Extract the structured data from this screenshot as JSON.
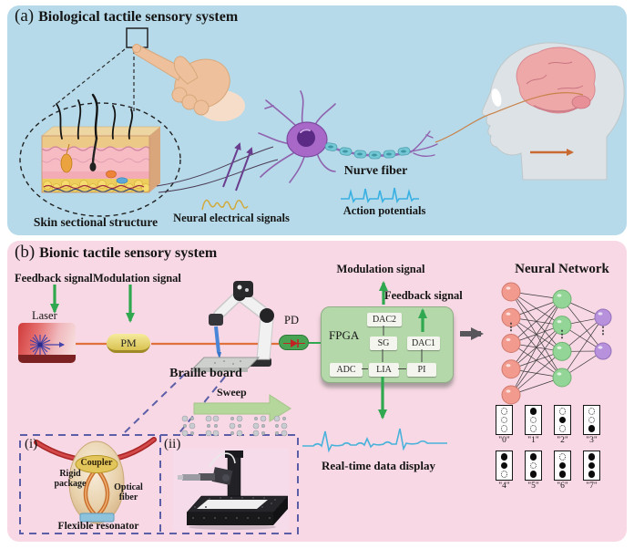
{
  "figure": {
    "panel_a": {
      "tag": "(a)",
      "title": "Biological tactile sensory system",
      "skin_label": "Skin sectional structure",
      "neural_signals_label": "Neural electrical signals",
      "nerve_fiber_label": "Nurve fiber",
      "action_potentials_label": "Action potentials"
    },
    "panel_b": {
      "tag": "(b)",
      "title": "Bionic tactile sensory system",
      "feedback_signal_label": "Feedback signal",
      "modulation_signal_label": "Modulation signal",
      "laser_label": "Laser",
      "pm_label": "PM",
      "pd_label": "PD",
      "braille_board_label": "Braille board",
      "sweep_label": "Sweep",
      "fpga": {
        "label": "FPGA",
        "blocks": {
          "dac2": "DAC2",
          "sg": "SG",
          "dac1": "DAC1",
          "adc": "ADC",
          "lia": "LIA",
          "pi": "PI"
        },
        "modulation_out_label": "Modulation signal",
        "feedback_out_label": "Feedback signal"
      },
      "realtime_label": "Real-time data display",
      "neural_network": {
        "title": "Neural Network",
        "ellipsis": "⋮",
        "layers": [
          5,
          4,
          2
        ]
      },
      "inset_i": {
        "tag": "(i)",
        "coupler_label": "Coupler",
        "rigid_package_label": "Rigid package",
        "optical_fiber_label": "Optical fiber",
        "flexible_resonator_label": "Flexible resonator"
      },
      "inset_ii": {
        "tag": "(ii)"
      },
      "braille_cells": [
        {
          "label": "\"0\"",
          "dots": [
            0,
            0,
            0
          ]
        },
        {
          "label": "\"1\"",
          "dots": [
            1,
            0,
            0
          ]
        },
        {
          "label": "\"2\"",
          "dots": [
            0,
            1,
            0
          ]
        },
        {
          "label": "\"3\"",
          "dots": [
            0,
            0,
            1
          ]
        },
        {
          "label": "\"4\"",
          "dots": [
            1,
            1,
            0
          ]
        },
        {
          "label": "\"5\"",
          "dots": [
            1,
            0,
            1
          ]
        },
        {
          "label": "\"6\"",
          "dots": [
            0,
            1,
            1
          ]
        },
        {
          "label": "\"7\"",
          "dots": [
            1,
            1,
            1
          ]
        }
      ]
    },
    "colors": {
      "panel_a_bg": "#b6dae9",
      "panel_b_bg": "#f8d8e4",
      "green_signal": "#2fa84f",
      "fpga_fill": "#b5d8ab",
      "laser_red": "#d94040",
      "pm_yellow": "#e8d36a",
      "beam_orange": "#e0713c",
      "dashed_inset": "#5c5fa8",
      "action_potential_blue": "#49b2da",
      "neural_signal_yellow": "#d2a93c",
      "nn_input_pink": "#f29a8d",
      "nn_hidden_green": "#93d596",
      "nn_output_purple": "#b791dc"
    }
  }
}
